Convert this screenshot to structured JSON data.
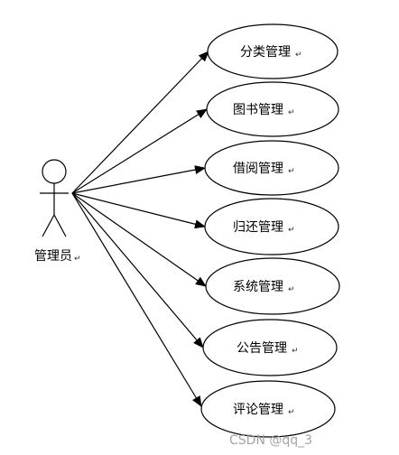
{
  "diagram": {
    "actor": {
      "label": "管理员",
      "para_mark": "↵"
    },
    "use_cases": [
      {
        "label": "分类管理",
        "para_mark": "↵"
      },
      {
        "label": "图书管理",
        "para_mark": "↵"
      },
      {
        "label": "借阅管理",
        "para_mark": "↵"
      },
      {
        "label": "归还管理",
        "para_mark": "↵"
      },
      {
        "label": "系统管理",
        "para_mark": "↵"
      },
      {
        "label": "公告管理",
        "para_mark": "↵"
      },
      {
        "label": "评论管理",
        "para_mark": "↵"
      }
    ],
    "watermark": "CSDN @qq_3"
  }
}
